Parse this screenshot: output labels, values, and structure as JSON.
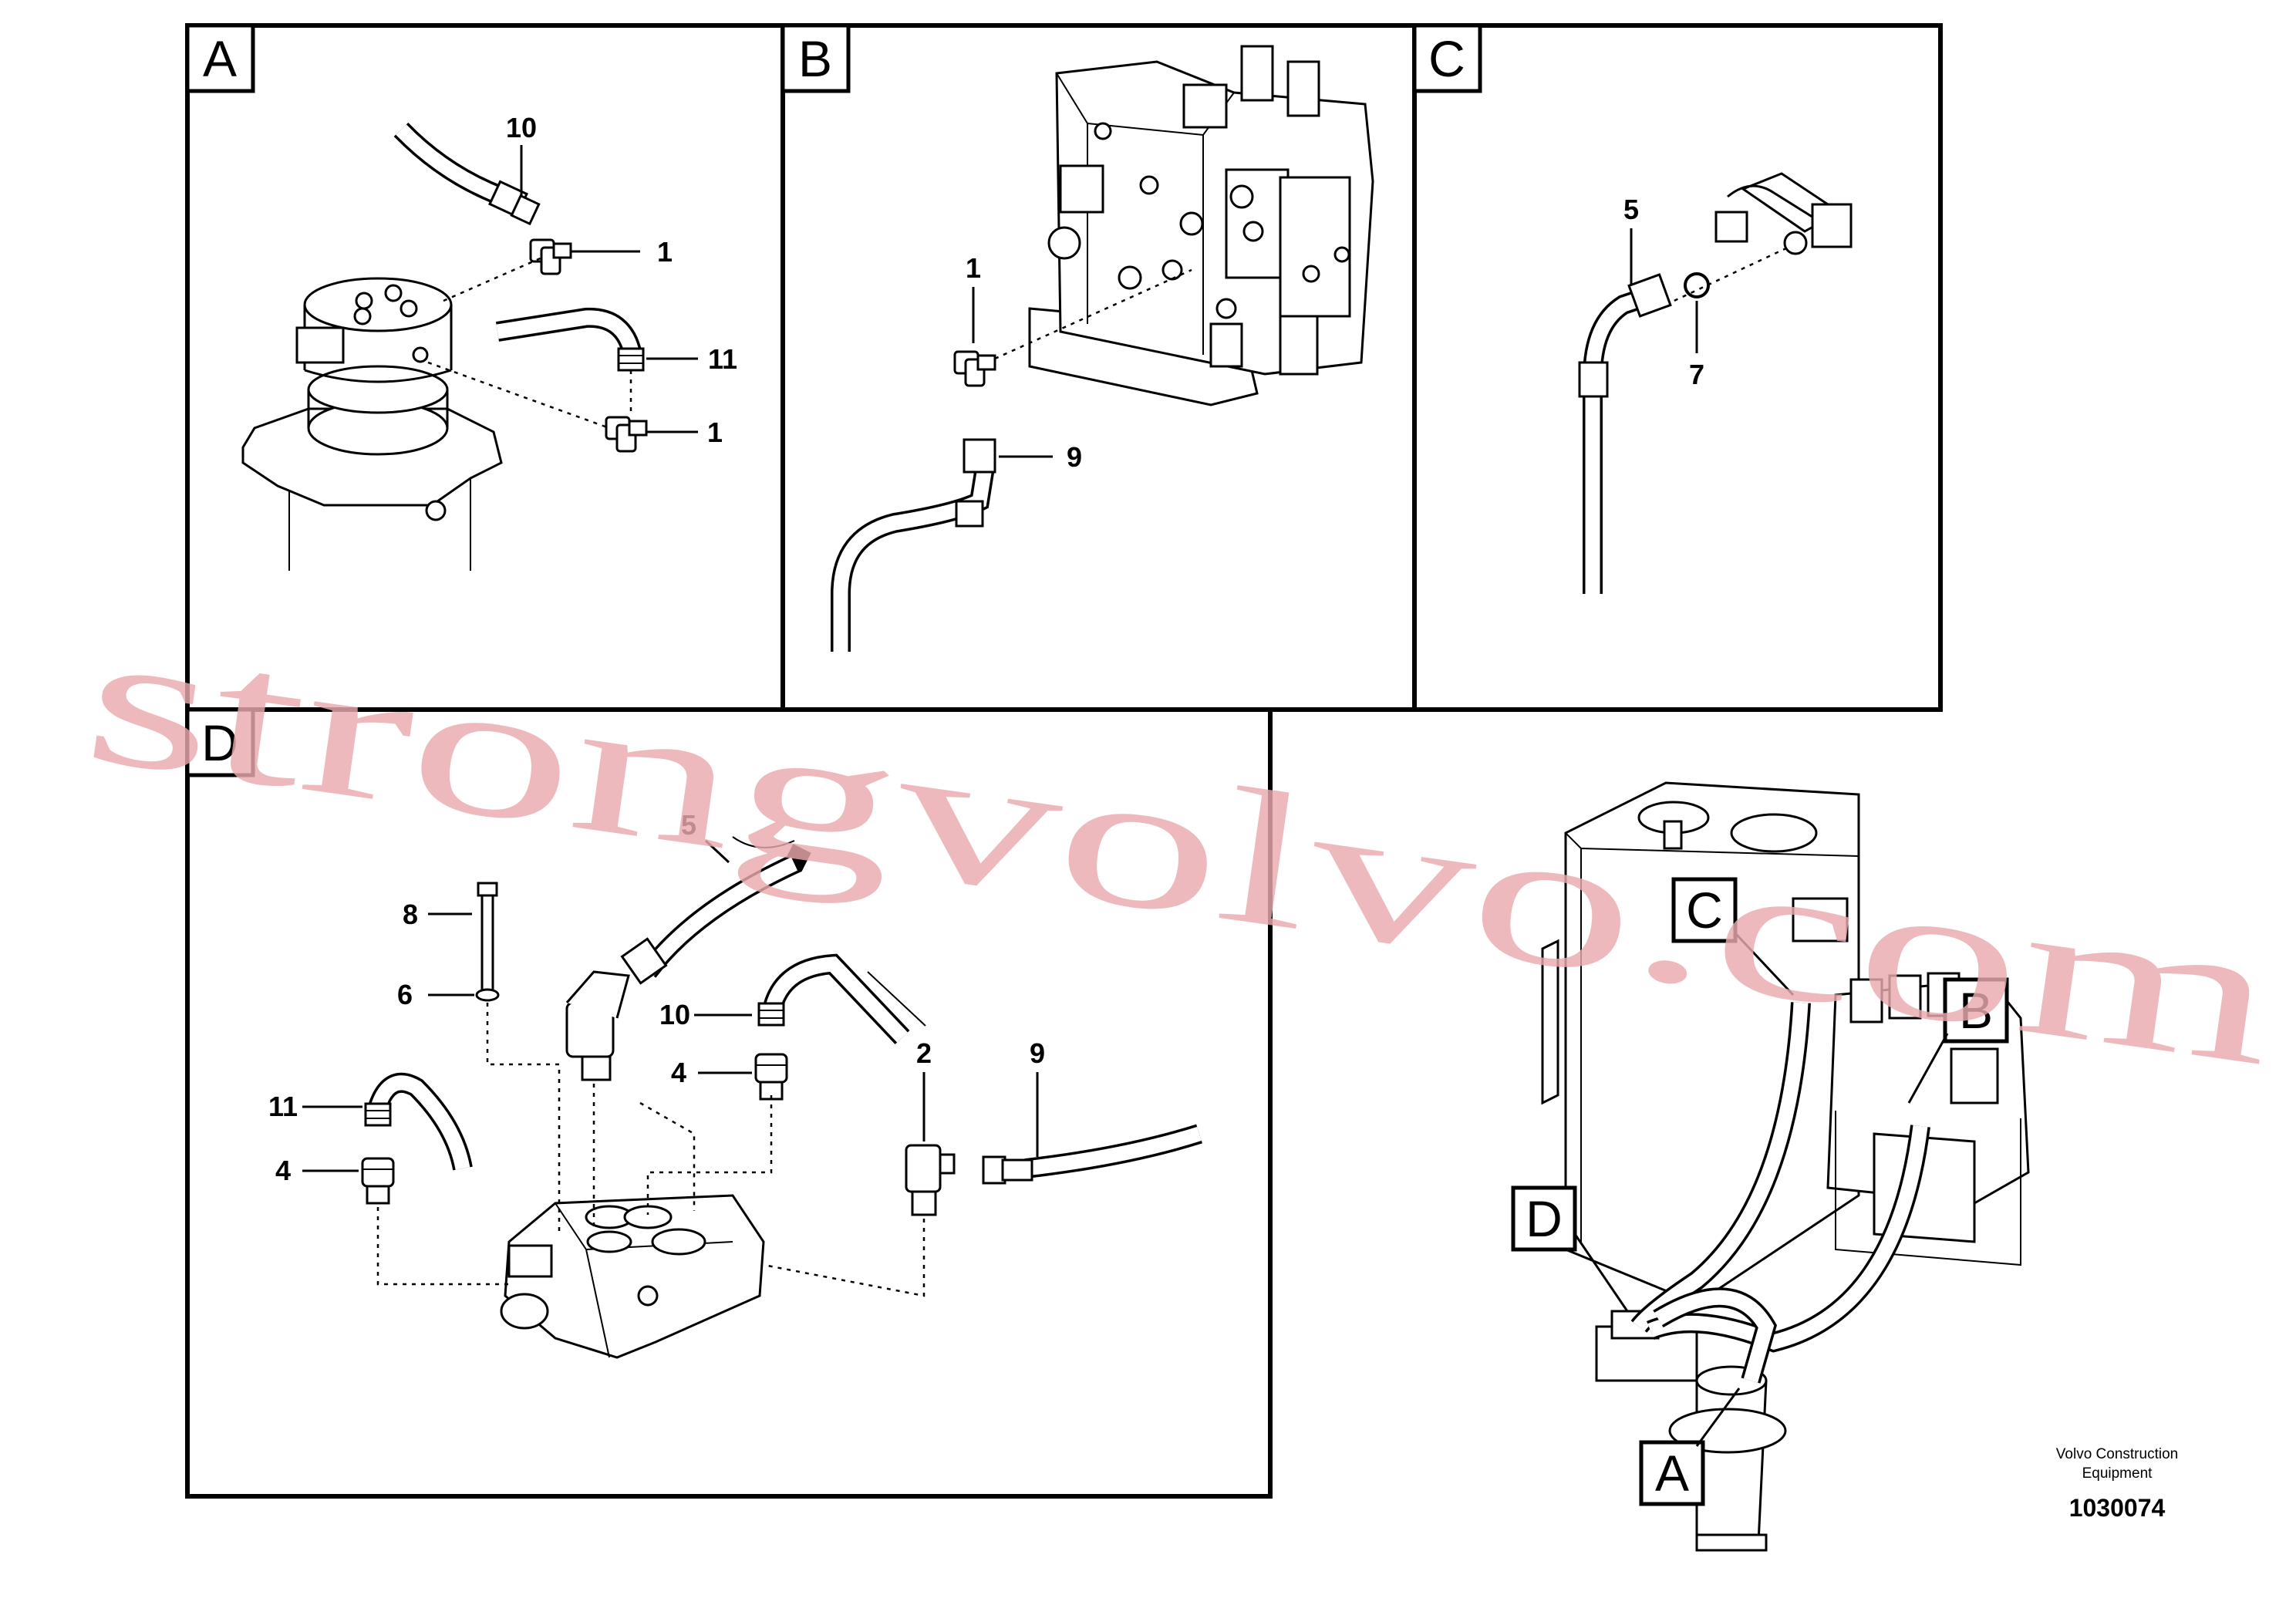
{
  "panels": {
    "A": {
      "label": "A",
      "callouts": [
        "10",
        "1",
        "11",
        "1"
      ]
    },
    "B": {
      "label": "B",
      "callouts": [
        "1",
        "9"
      ]
    },
    "C": {
      "label": "C",
      "callouts": [
        "5",
        "7"
      ]
    },
    "D": {
      "label": "D",
      "callouts": [
        "5",
        "8",
        "6",
        "10",
        "4",
        "2",
        "9",
        "11",
        "4"
      ]
    }
  },
  "overview": {
    "labels": [
      "C",
      "B",
      "D",
      "A"
    ]
  },
  "caption": {
    "line1": "Volvo Construction",
    "line2": "Equipment"
  },
  "document_number": "1030074",
  "watermark": "strongvolvo.com",
  "colors": {
    "line": "#000000",
    "watermark": "#e9a9ad",
    "background": "#ffffff"
  }
}
